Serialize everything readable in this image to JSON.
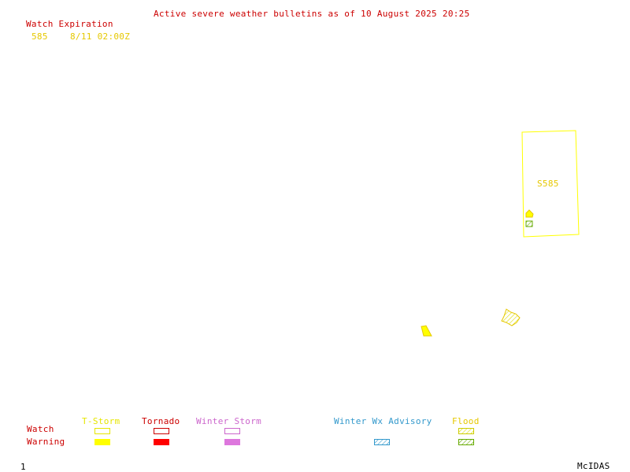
{
  "header": {
    "title": "Active severe weather bulletins as of 10 August 2025 20:25",
    "watch_expiration_label": "Watch Expiration",
    "watch_row": {
      "number": "585",
      "expiration": "8/11 02:00Z"
    }
  },
  "map": {
    "watch_box_label": "S585"
  },
  "legend": {
    "categories": [
      {
        "label": "T-Storm",
        "color": "#ffff00"
      },
      {
        "label": "Tornado",
        "color": "#cc0000"
      },
      {
        "label": "Winter Storm",
        "color": "#cc66cc"
      },
      {
        "label": "Winter Wx Advisory",
        "color": "#3399cc"
      },
      {
        "label": "Flood",
        "color": "#cccc00"
      }
    ],
    "row_labels": {
      "watch": "Watch",
      "warning": "Warning"
    }
  },
  "footer": {
    "frame_number": "1",
    "brand": "McIDAS"
  },
  "colors": {
    "title_red": "#cc0000",
    "watch_yellow": "#ffff00",
    "watch_text": "#e6c800",
    "tornado_red": "#ff0000",
    "winter_storm": "#dd77dd",
    "advisory_blue": "#3399cc",
    "flood_green": "#66aa00"
  }
}
